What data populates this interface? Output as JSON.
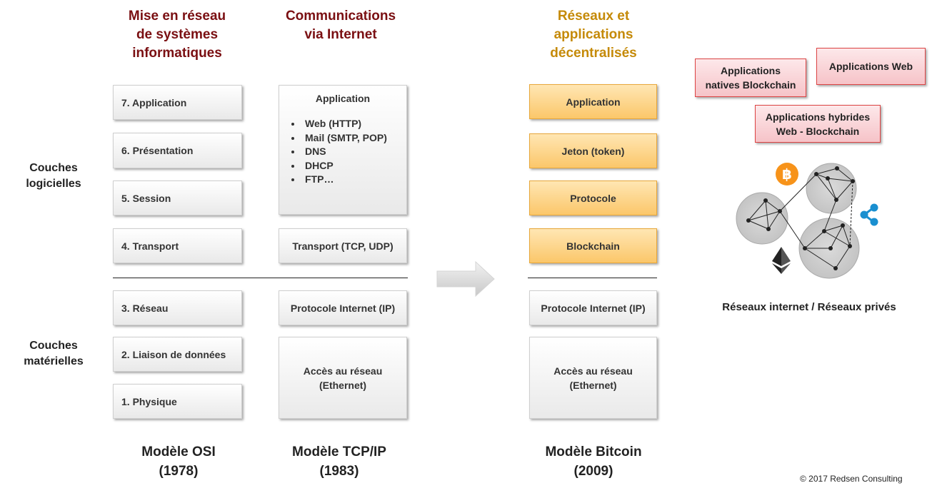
{
  "headings": {
    "osi_line1": "Mise en réseau",
    "osi_line2": "de systèmes",
    "osi_line3": "informatiques",
    "tcp_line1": "Communications",
    "tcp_line2": "via Internet",
    "btc_line1": "Réseaux et",
    "btc_line2": "applications",
    "btc_line3": "décentralisés"
  },
  "side_labels": {
    "software_line1": "Couches",
    "software_line2": "logicielles",
    "hardware_line1": "Couches",
    "hardware_line2": "matérielles"
  },
  "osi_layers": [
    "7. Application",
    "6. Présentation",
    "5. Session",
    "4. Transport",
    "3. Réseau",
    "2. Liaison de données",
    "1. Physique"
  ],
  "tcp": {
    "application_title": "Application",
    "application_items": [
      "Web (HTTP)",
      "Mail (SMTP, POP)",
      "DNS",
      "DHCP",
      "FTP…"
    ],
    "transport": "Transport (TCP, UDP)",
    "internet": "Protocole Internet (IP)",
    "access_line1": "Accès au réseau",
    "access_line2": "(Ethernet)"
  },
  "bitcoin": {
    "application": "Application",
    "token": "Jeton (token)",
    "protocol": "Protocole",
    "blockchain": "Blockchain",
    "internet": "Protocole Internet (IP)",
    "access_line1": "Accès au réseau",
    "access_line2": "(Ethernet)"
  },
  "apps": {
    "native_line1": "Applications",
    "native_line2": "natives Blockchain",
    "web": "Applications Web",
    "hybrid_line1": "Applications hybrides",
    "hybrid_line2": "Web - Blockchain"
  },
  "network_caption": "Réseaux internet / Réseaux privés",
  "models": {
    "osi_name": "Modèle OSI",
    "osi_year": "(1978)",
    "tcp_name": "Modèle TCP/IP",
    "tcp_year": "(1983)",
    "btc_name": "Modèle Bitcoin",
    "btc_year": "(2009)"
  },
  "copyright": "© 2017 Redsen Consulting",
  "colors": {
    "heading_red": "#7a0f12",
    "heading_gold": "#c58a08",
    "orange_box": "#fbc76a",
    "pink_box": "#f6c3c8",
    "bitcoin_orange": "#f7931a",
    "ripple_blue": "#1a8fd0"
  },
  "icons": [
    "bitcoin-icon",
    "ethereum-icon",
    "ripple-icon",
    "network-graph"
  ]
}
